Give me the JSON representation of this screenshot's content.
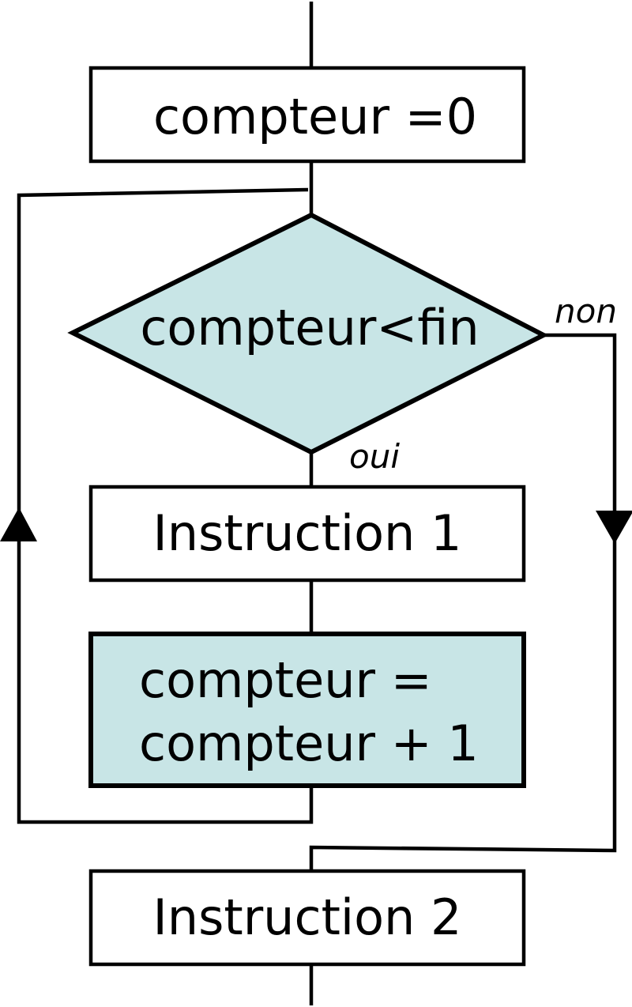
{
  "colors": {
    "accent_fill": "#c8e5e6",
    "plain_fill": "#ffffff",
    "stroke": "#000000"
  },
  "nodes": {
    "init": {
      "label": "compteur =0"
    },
    "condition": {
      "label": "compteur<fin"
    },
    "instruction1": {
      "label": "Instruction 1"
    },
    "increment": {
      "line1": "compteur =",
      "line2": "compteur + 1"
    },
    "instruction2": {
      "label": "Instruction 2"
    }
  },
  "edge_labels": {
    "yes": "oui",
    "no": "non"
  }
}
